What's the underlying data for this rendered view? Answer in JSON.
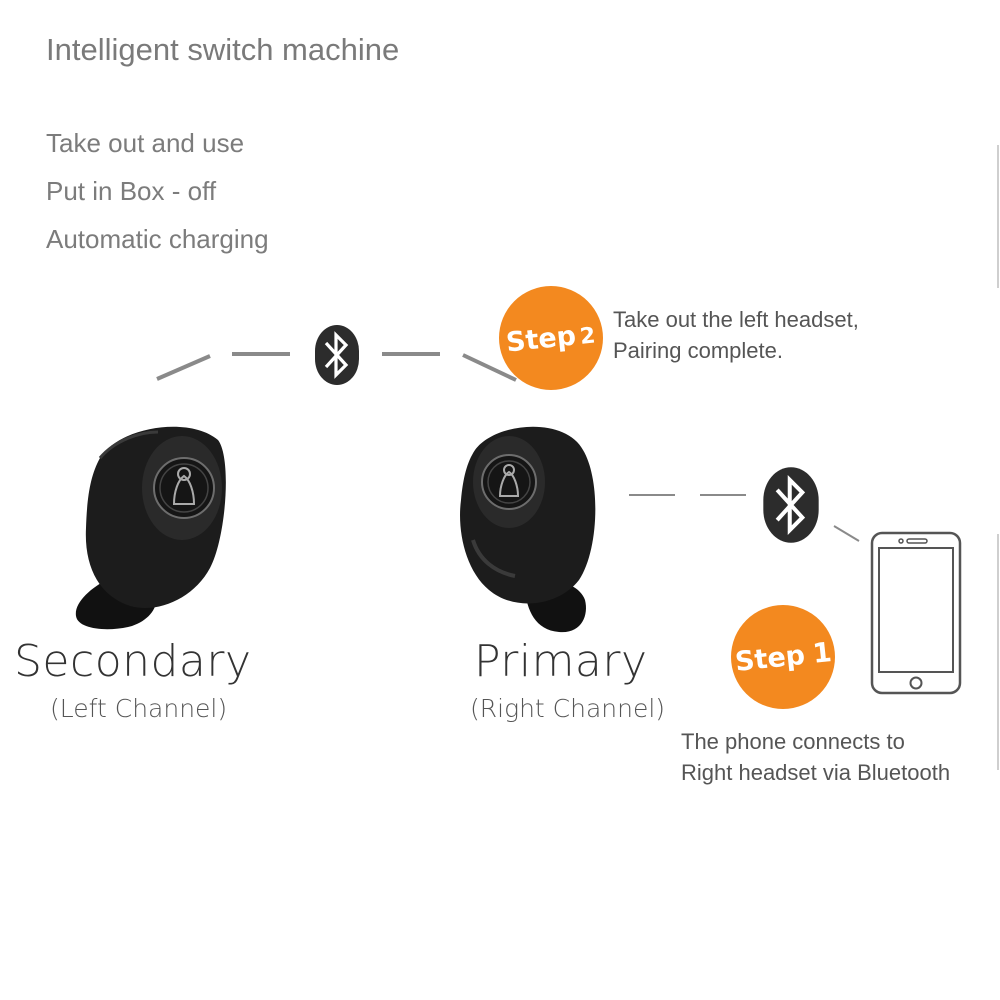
{
  "title": "Intelligent switch machine",
  "features": [
    "Take out and use",
    "Put in Box - off",
    "Automatic charging"
  ],
  "left_earbud": {
    "label": "Secondary",
    "sublabel": "(Left Channel)"
  },
  "right_earbud": {
    "label": "Primary",
    "sublabel": "(Right Channel)"
  },
  "step2": {
    "badge_word": "Step",
    "badge_num": "2",
    "note_line1": "Take out the left headset,",
    "note_line2": "Pairing complete."
  },
  "step1": {
    "badge_word": "Step",
    "badge_num": "1",
    "note_line1": "The phone connects to",
    "note_line2": "Right headset via Bluetooth"
  },
  "colors": {
    "accent": "#f3891f",
    "earbud": "#1c1c1c",
    "connector": "#8a8a8a"
  },
  "icons": [
    "bluetooth-icon",
    "bluetooth-icon",
    "phone-icon"
  ]
}
